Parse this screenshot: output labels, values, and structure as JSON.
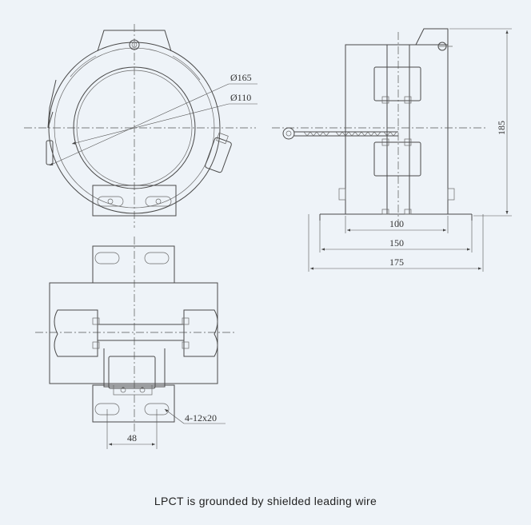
{
  "caption": "LPCT is grounded by shielded leading wire",
  "dimensions": {
    "outer_diameter": "Ø165",
    "inner_diameter": "Ø110",
    "height": "185",
    "width_100": "100",
    "width_150": "150",
    "width_175": "175",
    "hole_spec": "4-12x20",
    "hole_spacing": "48"
  },
  "colors": {
    "background": "#eef3f8",
    "line": "#4a4a4a"
  }
}
